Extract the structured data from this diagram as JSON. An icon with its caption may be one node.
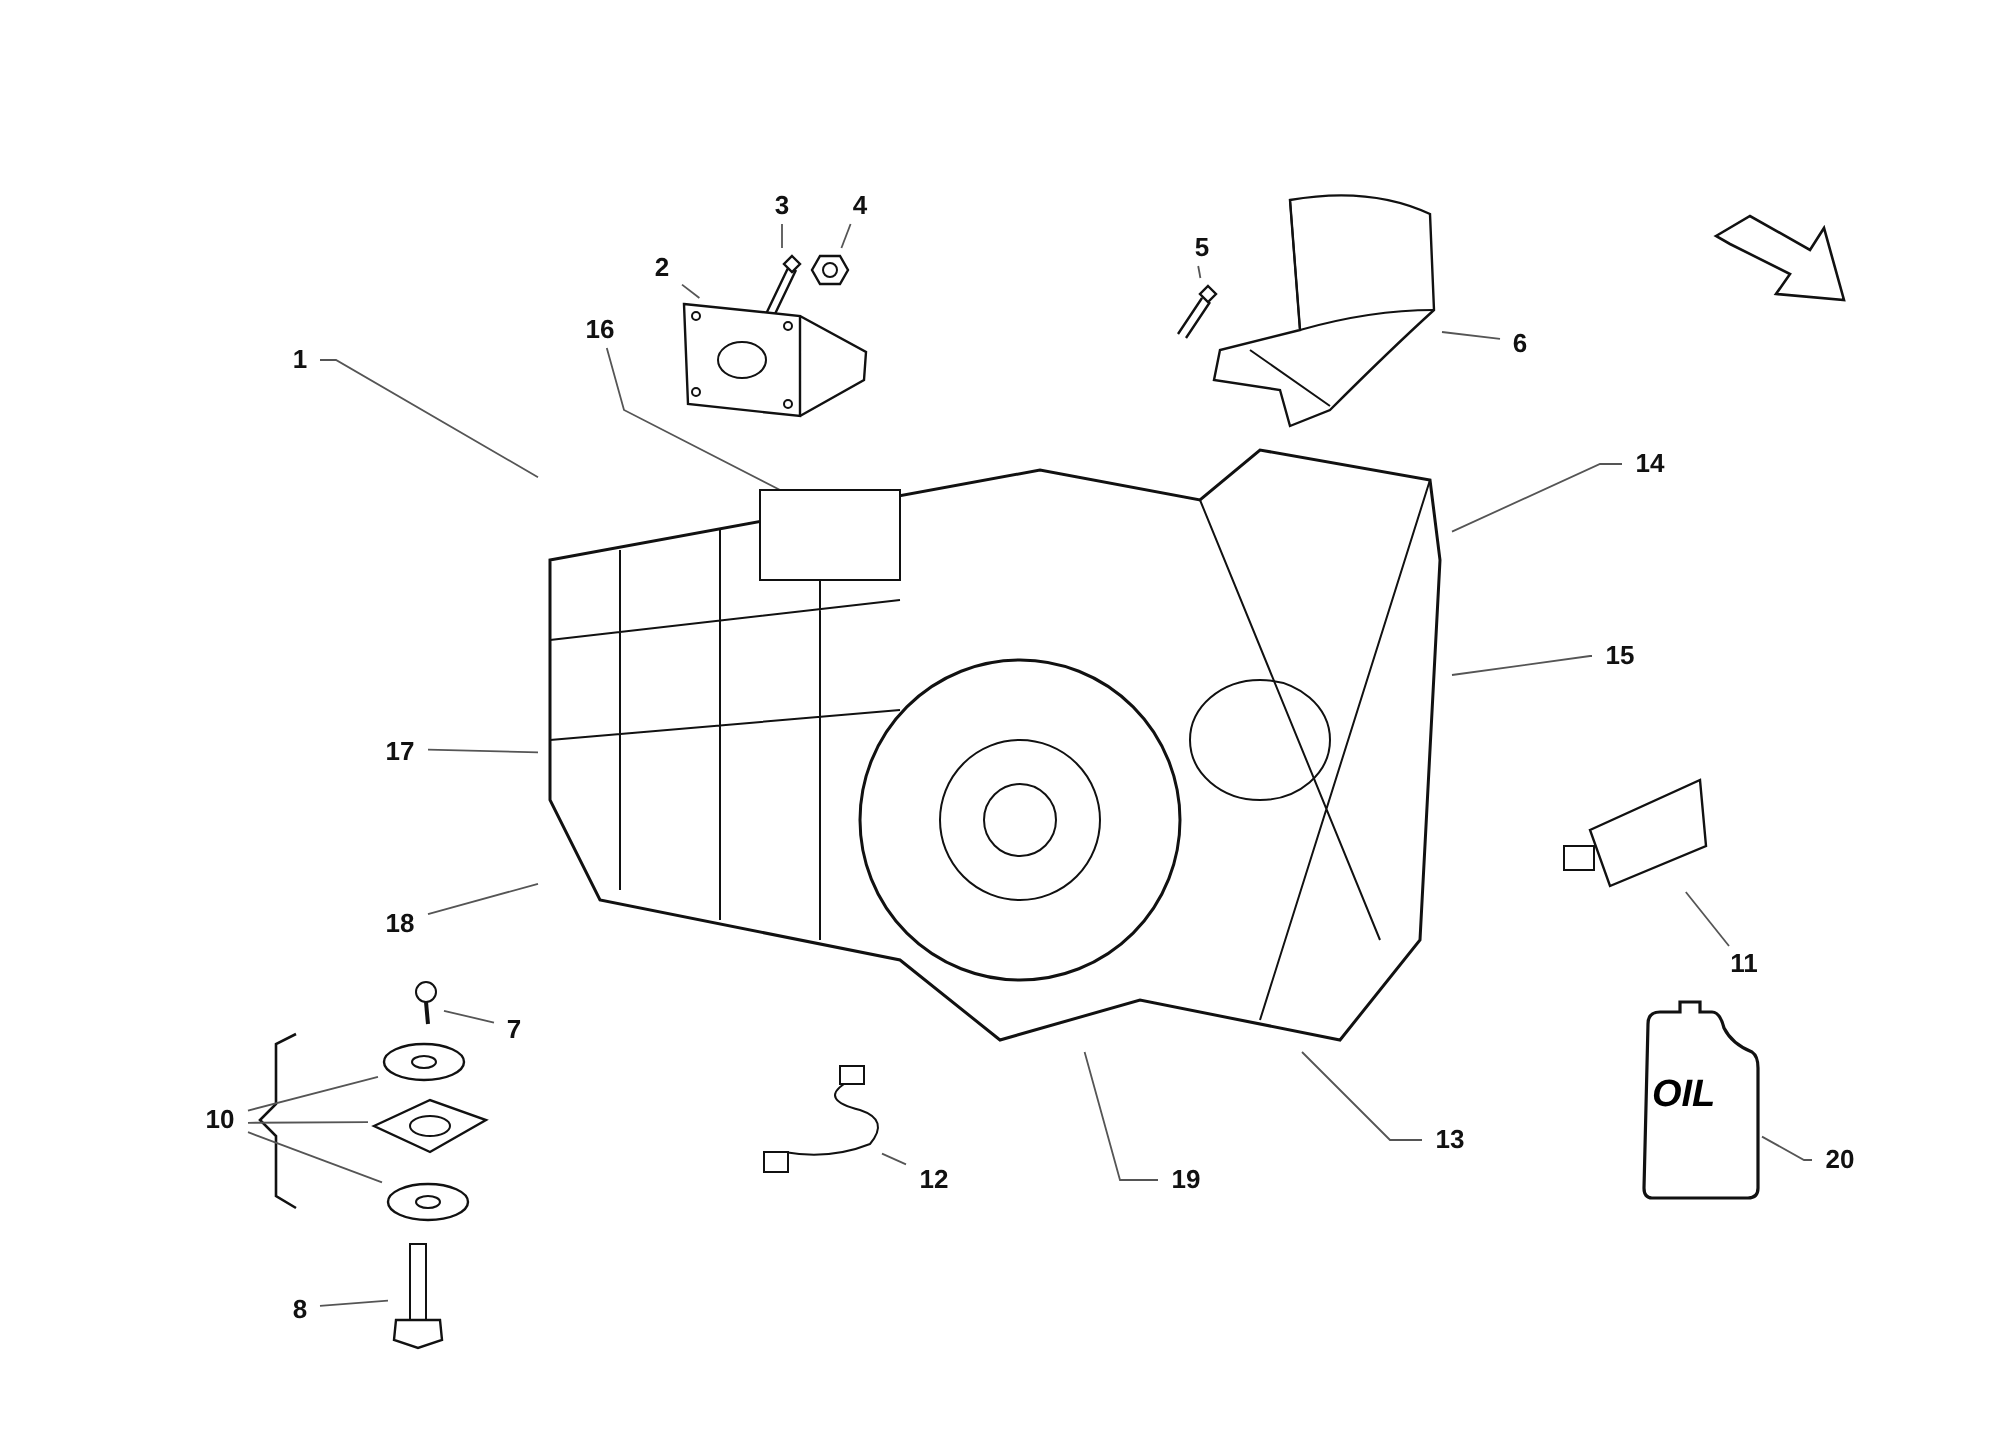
{
  "diagram": {
    "nodes": [
      {
        "text": [
          "3"
        ]
      },
      {
        "text": [],
        "shape": "picture"
      },
      {
        "text": [
          "4"
        ]
      },
      {
        "text": [],
        "shape": "picture"
      },
      {
        "text": [
          "2"
        ]
      },
      {
        "text": [],
        "shape": "picture"
      },
      {
        "text": [
          "5"
        ]
      },
      {
        "text": [],
        "shape": "picture"
      },
      {
        "text": [
          "6"
        ]
      },
      {
        "text": [],
        "shape": "picture"
      },
      {
        "text": [
          "1"
        ]
      },
      {
        "text": [
          "16"
        ]
      },
      {
        "text": [
          "14"
        ]
      },
      {
        "text": [
          "15"
        ]
      },
      {
        "text": [
          "17"
        ]
      },
      {
        "text": [
          "18"
        ]
      },
      {
        "text": [
          "11"
        ]
      },
      {
        "text": [],
        "shape": "picture"
      },
      {
        "text": [
          "7"
        ]
      },
      {
        "text": [],
        "shape": "picture"
      },
      {
        "text": [
          "10"
        ]
      },
      {
        "text": [],
        "shape": "picture"
      },
      {
        "text": [],
        "shape": "picture"
      },
      {
        "text": [],
        "shape": "picture"
      },
      {
        "text": [
          "8"
        ]
      },
      {
        "text": [],
        "shape": "picture"
      },
      {
        "text": [
          "12"
        ]
      },
      {
        "text": [],
        "shape": "picture"
      },
      {
        "text": [
          "19"
        ]
      },
      {
        "text": [
          "13"
        ]
      },
      {
        "text": [
          "20"
        ]
      },
      {
        "text": [
          "OIL"
        ]
      },
      {
        "text": [],
        "shape": "picture"
      }
    ],
    "edges": [
      {
        "from": 0,
        "to": 1,
        "arrow": "none"
      },
      {
        "from": 2,
        "to": 3,
        "arrow": "none"
      },
      {
        "from": 4,
        "to": 5,
        "arrow": "none"
      },
      {
        "from": 6,
        "to": 7,
        "arrow": "none"
      },
      {
        "from": 8,
        "to": 9,
        "arrow": "none"
      },
      {
        "from": 10,
        "to": 32,
        "arrow": "none"
      },
      {
        "from": 11,
        "to": 32,
        "arrow": "none"
      },
      {
        "from": 12,
        "to": 32,
        "arrow": "none"
      },
      {
        "from": 13,
        "to": 32,
        "arrow": "none"
      },
      {
        "from": 14,
        "to": 32,
        "arrow": "none"
      },
      {
        "from": 15,
        "to": 32,
        "arrow": "none"
      },
      {
        "from": 16,
        "to": 17,
        "arrow": "none"
      },
      {
        "from": 18,
        "to": 19,
        "arrow": "none"
      },
      {
        "from": 20,
        "to": 21,
        "arrow": "none"
      },
      {
        "from": 20,
        "to": 22,
        "arrow": "none"
      },
      {
        "from": 20,
        "to": 23,
        "arrow": "none"
      },
      {
        "from": 24,
        "to": 25,
        "arrow": "none"
      },
      {
        "from": 26,
        "to": 27,
        "arrow": "none"
      },
      {
        "from": 28,
        "to": 32,
        "arrow": "none"
      },
      {
        "from": 29,
        "to": 32,
        "arrow": "none"
      },
      {
        "from": 30,
        "to": 31,
        "arrow": "none"
      }
    ]
  }
}
